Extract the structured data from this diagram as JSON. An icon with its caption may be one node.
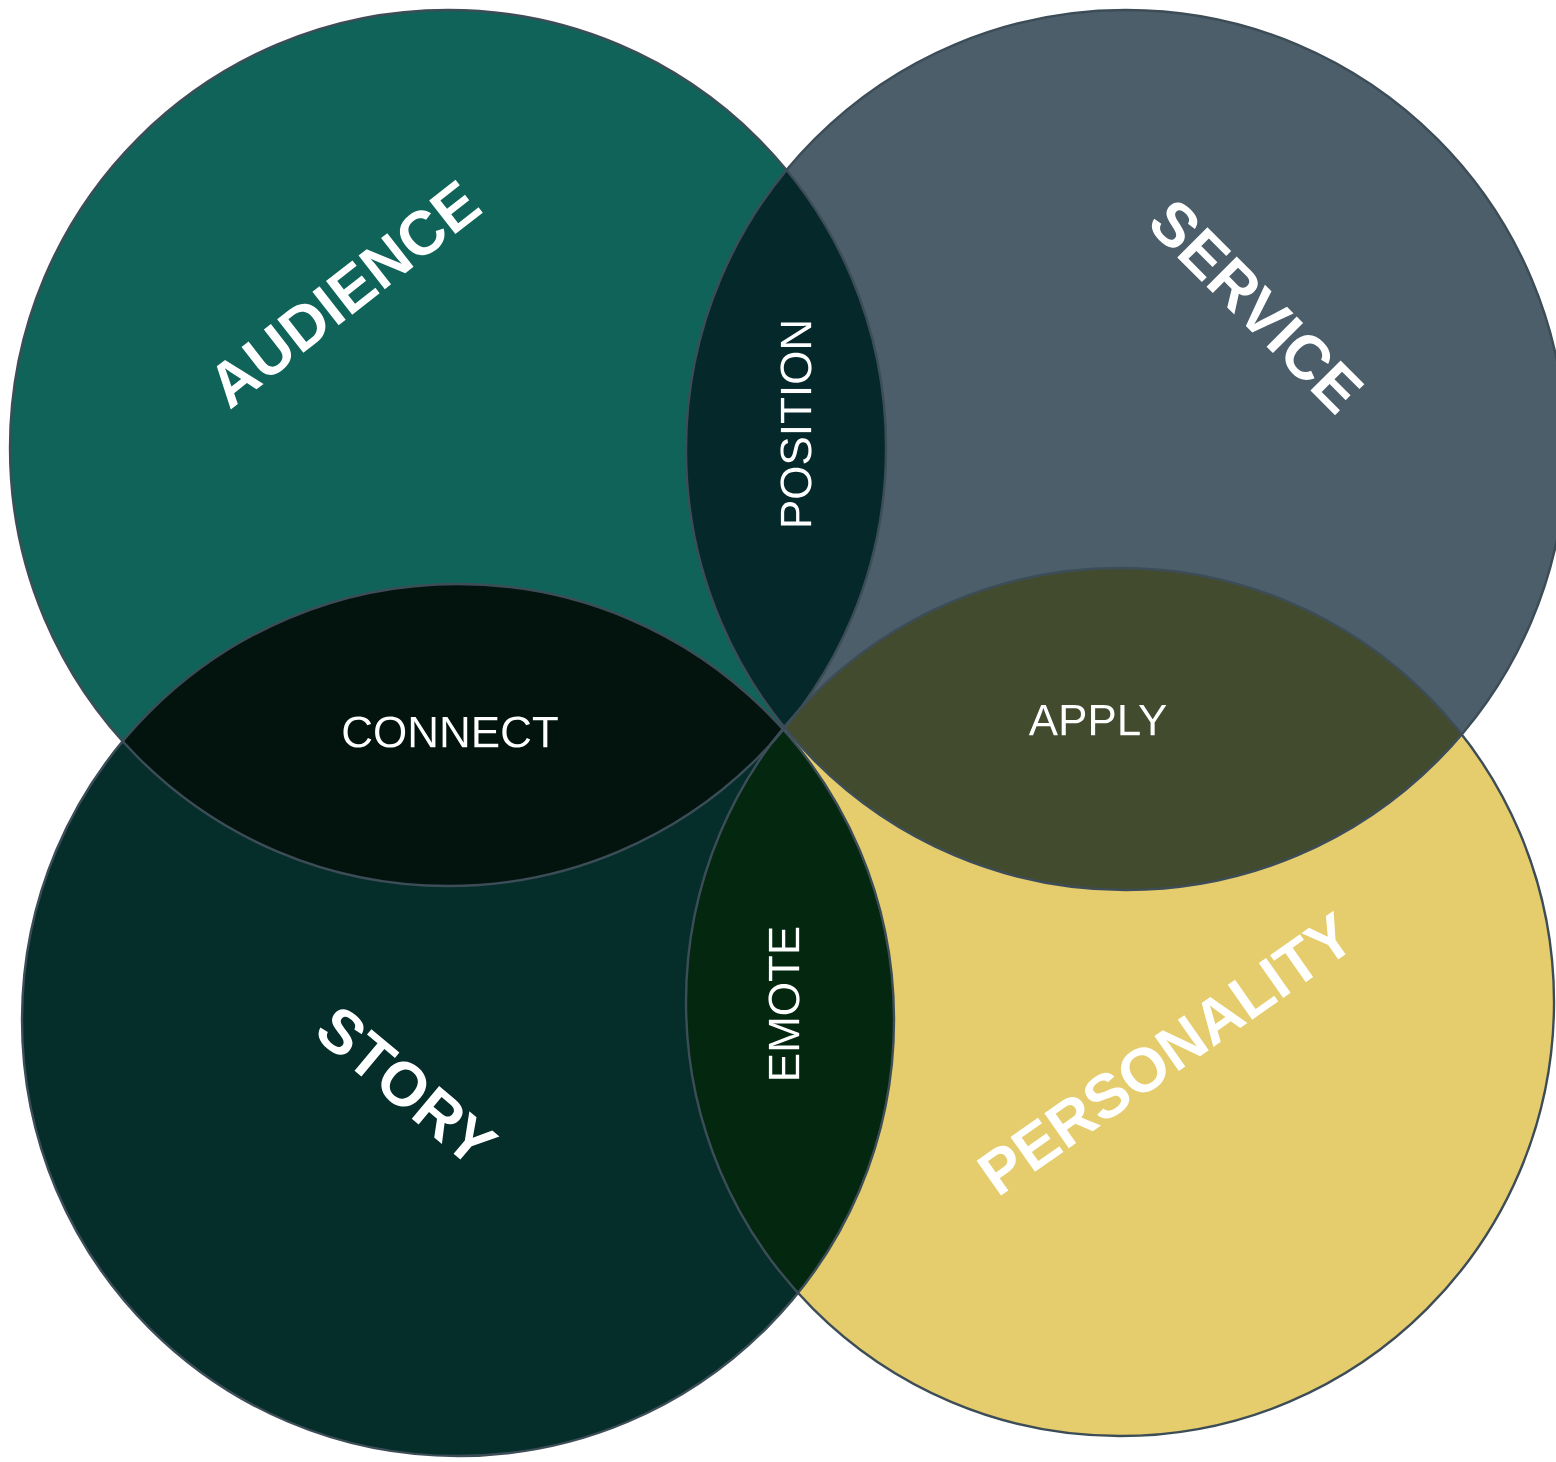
{
  "diagram": {
    "nodes": [
      {
        "text": [
          "AUDIENCE"
        ]
      },
      {
        "text": [
          "SERVICE"
        ]
      },
      {
        "text": [
          "STORY"
        ]
      },
      {
        "text": [
          "PERSONALITY"
        ]
      }
    ],
    "labels": [
      "POSITION",
      "CONNECT",
      "APPLY",
      "EMOTE"
    ]
  }
}
